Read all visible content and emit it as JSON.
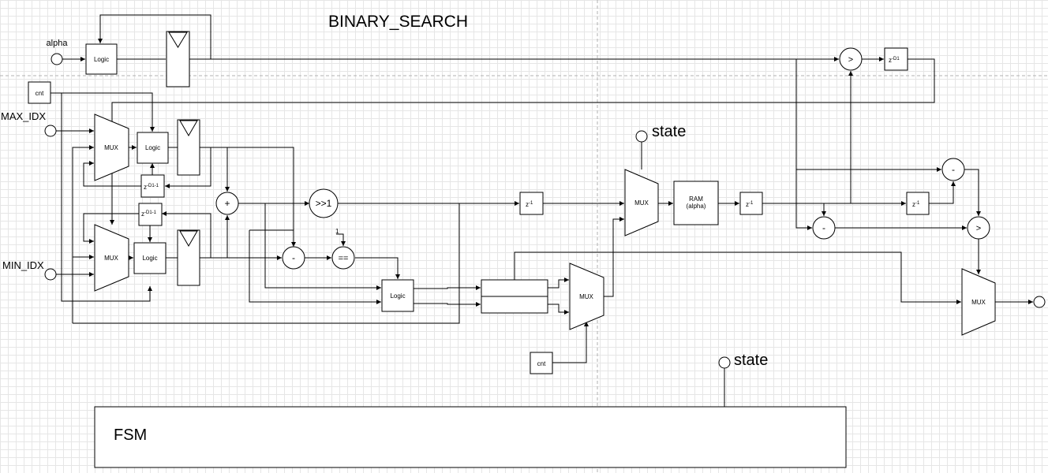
{
  "title": "BINARY_SEARCH",
  "ports": {
    "alpha": "alpha",
    "max_idx": "MAX_IDX",
    "min_idx": "MIN_IDX",
    "state_top": "state",
    "state_bottom": "state"
  },
  "blocks": {
    "cnt_top": "cnt",
    "cnt_bottom": "cnt",
    "logic": "Logic",
    "mux": "MUX",
    "ram_line1": "RAM",
    "ram_line2": "(alpha)",
    "fsm": "FSM"
  },
  "ops": {
    "gt": ">",
    "plus": "+",
    "minus": "-",
    "shift": ">>1",
    "eq": "==",
    "one": "1"
  },
  "delays": {
    "z": "z",
    "exp_1": "-1",
    "exp_d1": "-D1",
    "exp_d1_1": "-D1-1"
  }
}
